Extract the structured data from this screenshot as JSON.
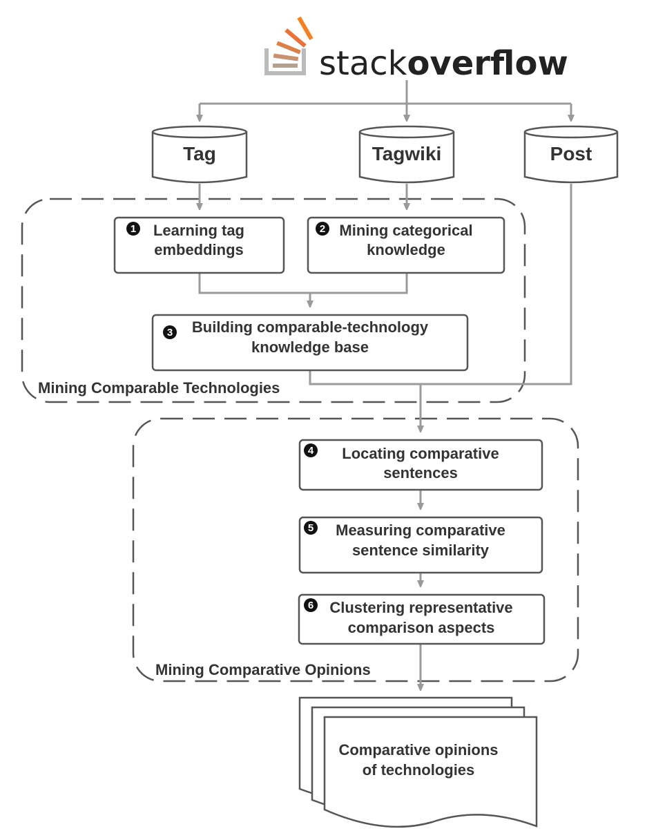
{
  "logo": {
    "text_light": "stack",
    "text_bold": "overflow",
    "bar_colors": [
      "#f48024",
      "#e8733a",
      "#d9814b",
      "#c69272",
      "#b4a08f"
    ],
    "tray_color": "#bcbbbb",
    "icon": "stackoverflow-icon"
  },
  "databases": {
    "tag": "Tag",
    "tagwiki": "Tagwiki",
    "post": "Post"
  },
  "groups": {
    "mining_technologies": "Mining Comparable Technologies",
    "mining_opinions": "Mining Comparative Opinions"
  },
  "steps": {
    "s1": {
      "number": "1",
      "line1": "Learning tag",
      "line2": "embeddings"
    },
    "s2": {
      "number": "2",
      "line1": "Mining categorical",
      "line2": "knowledge"
    },
    "s3": {
      "number": "3",
      "line1": "Building comparable-technology",
      "line2": "knowledge base"
    },
    "s4": {
      "number": "4",
      "line1": "Locating comparative",
      "line2": "sentences"
    },
    "s5": {
      "number": "5",
      "line1": "Measuring comparative",
      "line2": "sentence similarity"
    },
    "s6": {
      "number": "6",
      "line1": "Clustering representative",
      "line2": "comparison aspects"
    }
  },
  "output": {
    "line1": "Comparative opinions",
    "line2": "of technologies"
  },
  "colors": {
    "line": "#9a9a9a",
    "box_border": "#555555",
    "text": "#333333"
  }
}
